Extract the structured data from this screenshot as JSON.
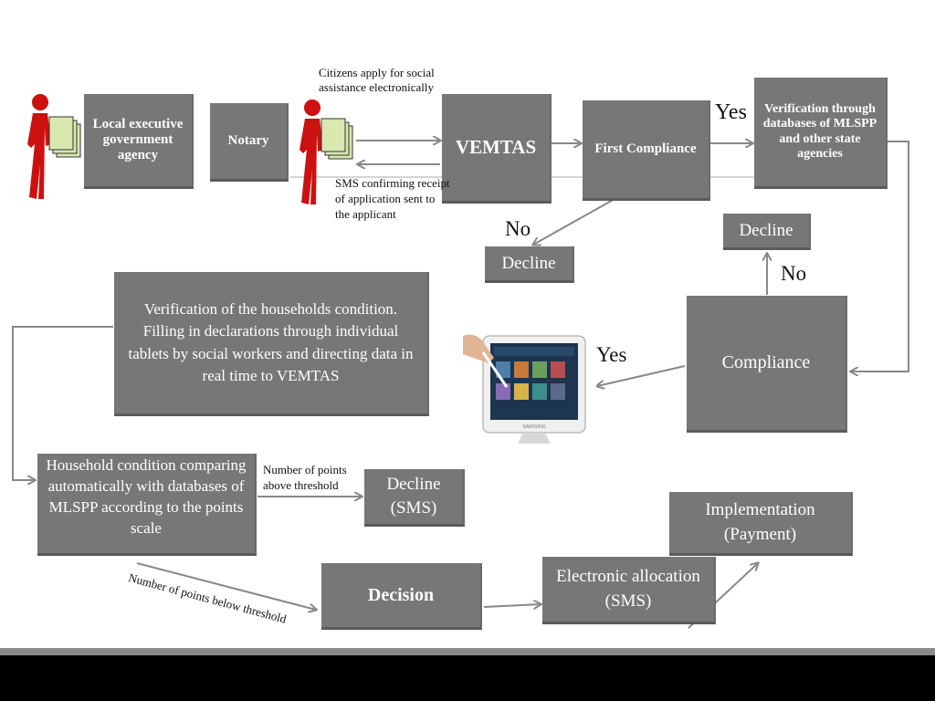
{
  "nodes": {
    "local_agency": "Local executive government agency",
    "notary": "Notary",
    "vemtas": "VEMTAS",
    "first_compliance": "First Compliance",
    "verification_db": "Verification through databases of MLSPP and other state agencies",
    "decline_top_right": "Decline",
    "decline_mid": "Decline",
    "compliance": "Compliance",
    "household_verification": "Verification of the households condition. Filling in declarations through individual tablets by social workers and directing data in real time to VEMTAS",
    "household_comparing": "Household condition comparing automatically with databases of MLSPP according to the points scale",
    "decline_sms": "Decline (SMS)",
    "decision": "Decision",
    "electronic_allocation": "Electronic allocation (SMS)",
    "implementation": "Implementation (Payment)"
  },
  "labels": {
    "citizens_apply": "Citizens apply for social assistance  electronically",
    "sms_confirming": "SMS confirming receipt of application sent to the applicant",
    "yes_top": "Yes",
    "no_left": "No",
    "no_right": "No",
    "yes_mid": "Yes",
    "points_above": "Number of points above threshold",
    "points_below": "Number of points below  threshold"
  },
  "tablet_brand": "SAMSUNG",
  "colors": {
    "box_fill": "#777777",
    "arrow": "#888888",
    "person": "#cc1111",
    "document": "#d8e8b0"
  }
}
